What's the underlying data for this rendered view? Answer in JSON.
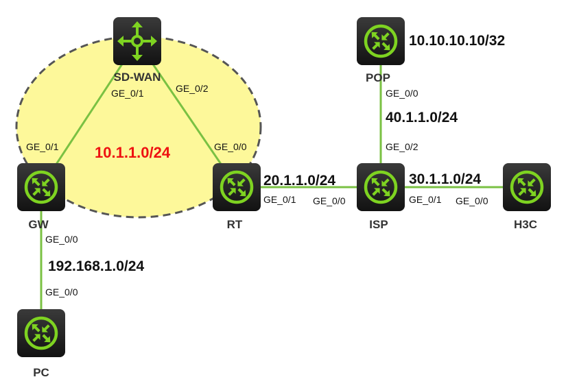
{
  "nodes": {
    "sdwan": {
      "name": "SD-WAN",
      "type": "controller"
    },
    "gw": {
      "name": "GW",
      "type": "router"
    },
    "rt": {
      "name": "RT",
      "type": "router"
    },
    "pop": {
      "name": "POP",
      "type": "router"
    },
    "isp": {
      "name": "ISP",
      "type": "router"
    },
    "h3c": {
      "name": "H3C",
      "type": "router"
    },
    "pc": {
      "name": "PC",
      "type": "router"
    }
  },
  "interfaces": {
    "sdwan_to_gw": "GE_0/1",
    "sdwan_to_rt": "GE_0/2",
    "gw_to_sdwan": "GE_0/1",
    "rt_to_sdwan": "GE_0/0",
    "gw_to_pc": "GE_0/0",
    "pc_to_gw": "GE_0/0",
    "rt_to_isp": "GE_0/1",
    "isp_to_rt": "GE_0/0",
    "pop_to_isp": "GE_0/0",
    "isp_to_pop": "GE_0/2",
    "isp_to_h3c": "GE_0/1",
    "h3c_to_isp": "GE_0/0"
  },
  "subnets": {
    "overlay": "10.1.1.0/24",
    "pop_loopback": "10.10.10.10/32",
    "pop_isp": "40.1.1.0/24",
    "rt_isp": "20.1.1.0/24",
    "isp_h3c": "30.1.1.0/24",
    "gw_pc": "192.168.1.0/24"
  },
  "colors": {
    "link": "#7ac143",
    "icon_accent": "#7ed321",
    "icon_body": "#1f1f1f",
    "overlay_fill": "#fdf89a",
    "overlay_border": "#555555",
    "overlay_label": "#ee1111"
  },
  "icons": {
    "router": "router-icon",
    "controller": "controller-icon"
  }
}
